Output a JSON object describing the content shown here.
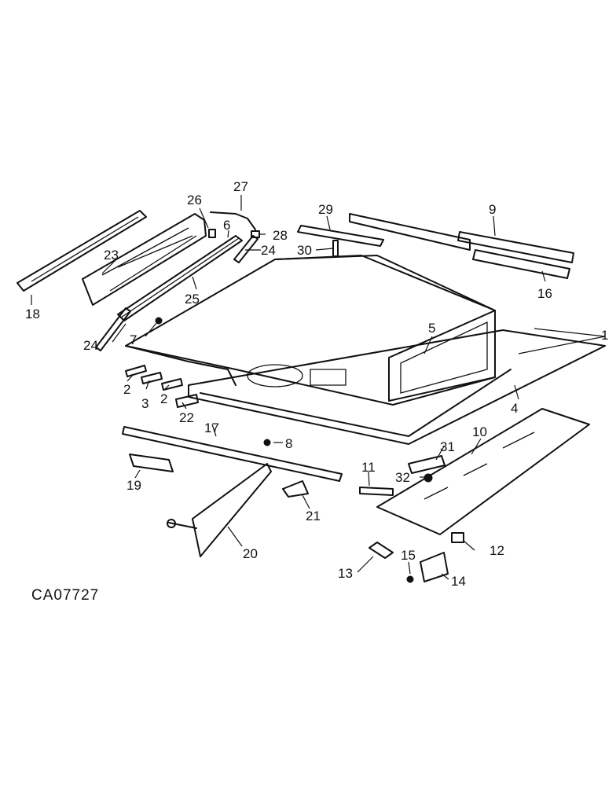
{
  "diagram": {
    "code": "CA07727",
    "callouts": [
      "1",
      "2",
      "2",
      "3",
      "4",
      "5",
      "6",
      "7",
      "8",
      "9",
      "10",
      "11",
      "12",
      "13",
      "14",
      "15",
      "16",
      "17",
      "18",
      "19",
      "20",
      "21",
      "22",
      "23",
      "24",
      "24",
      "25",
      "26",
      "27",
      "28",
      "29",
      "30",
      "31",
      "32"
    ]
  }
}
